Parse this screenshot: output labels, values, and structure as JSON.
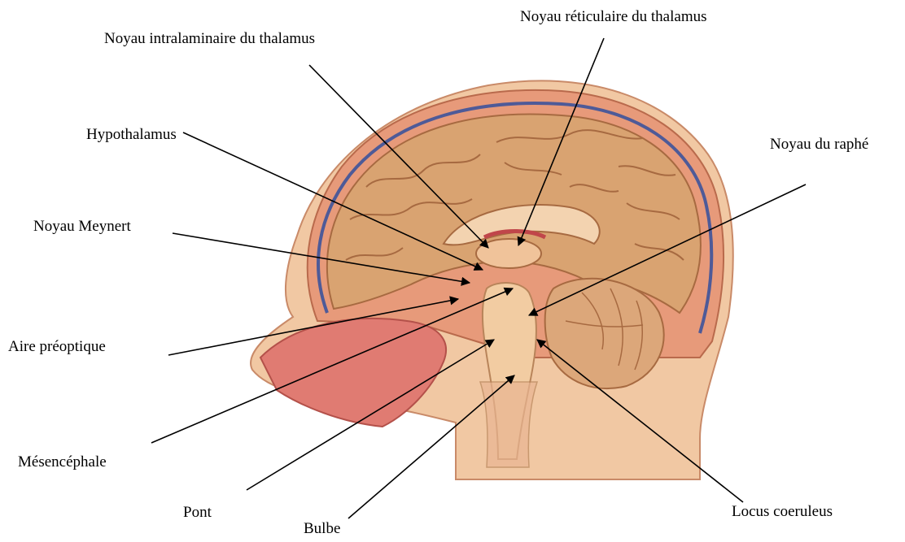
{
  "labels": {
    "noyau_intralaminaire": "Noyau intralaminaire du thalamus",
    "noyau_reticulaire": "Noyau réticulaire du thalamus",
    "hypothalamus": "Hypothalamus",
    "noyau_raphe": "Noyau du raphé",
    "noyau_meynert": "Noyau Meynert",
    "aire_preoptique": "Aire préoptique",
    "mesencephale": "Mésencéphale",
    "pont": "Pont",
    "bulbe": "Bulbe",
    "locus_coeruleus": "Locus coeruleus"
  },
  "colors": {
    "skin": "#f1c8a3",
    "skull": "#e79a7a",
    "cortex": "#d9a371",
    "brainstem": "#f2cca2",
    "cerebellum": "#dca77a",
    "nasal": "#e07b72",
    "vessel": "#4e5a98",
    "leader_line": "#000000"
  }
}
